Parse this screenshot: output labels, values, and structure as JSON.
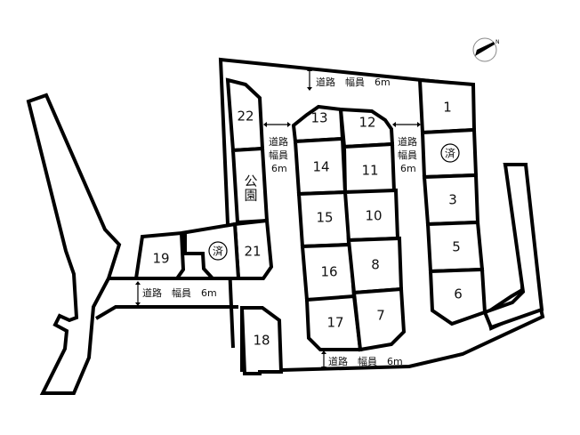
{
  "map": {
    "type": "subdivision-lot-plan",
    "compass": {
      "icon": "north-arrow-icon",
      "label": "N"
    },
    "lots": [
      {
        "id": "1",
        "label": "1"
      },
      {
        "id": "2",
        "label": "済",
        "status": "sold"
      },
      {
        "id": "3",
        "label": "3"
      },
      {
        "id": "5",
        "label": "5"
      },
      {
        "id": "6",
        "label": "6"
      },
      {
        "id": "7",
        "label": "7"
      },
      {
        "id": "8",
        "label": "8"
      },
      {
        "id": "10",
        "label": "10"
      },
      {
        "id": "11",
        "label": "11"
      },
      {
        "id": "12",
        "label": "12"
      },
      {
        "id": "13",
        "label": "13"
      },
      {
        "id": "14",
        "label": "14"
      },
      {
        "id": "15",
        "label": "15"
      },
      {
        "id": "16",
        "label": "16"
      },
      {
        "id": "17",
        "label": "17"
      },
      {
        "id": "18",
        "label": "18"
      },
      {
        "id": "19",
        "label": "19"
      },
      {
        "id": "20",
        "label": "済",
        "status": "sold"
      },
      {
        "id": "21",
        "label": "21"
      },
      {
        "id": "22",
        "label": "22"
      },
      {
        "id": "park",
        "label": "公園"
      }
    ],
    "roads": {
      "top": "道路　幅員　6m",
      "left_mid_1": "道路",
      "left_mid_2": "幅員",
      "left_mid_3": "6m",
      "right_mid_1": "道路",
      "right_mid_2": "幅員",
      "right_mid_3": "6m",
      "west": "道路　幅員　6m",
      "south": "道路　幅員　6m"
    }
  }
}
